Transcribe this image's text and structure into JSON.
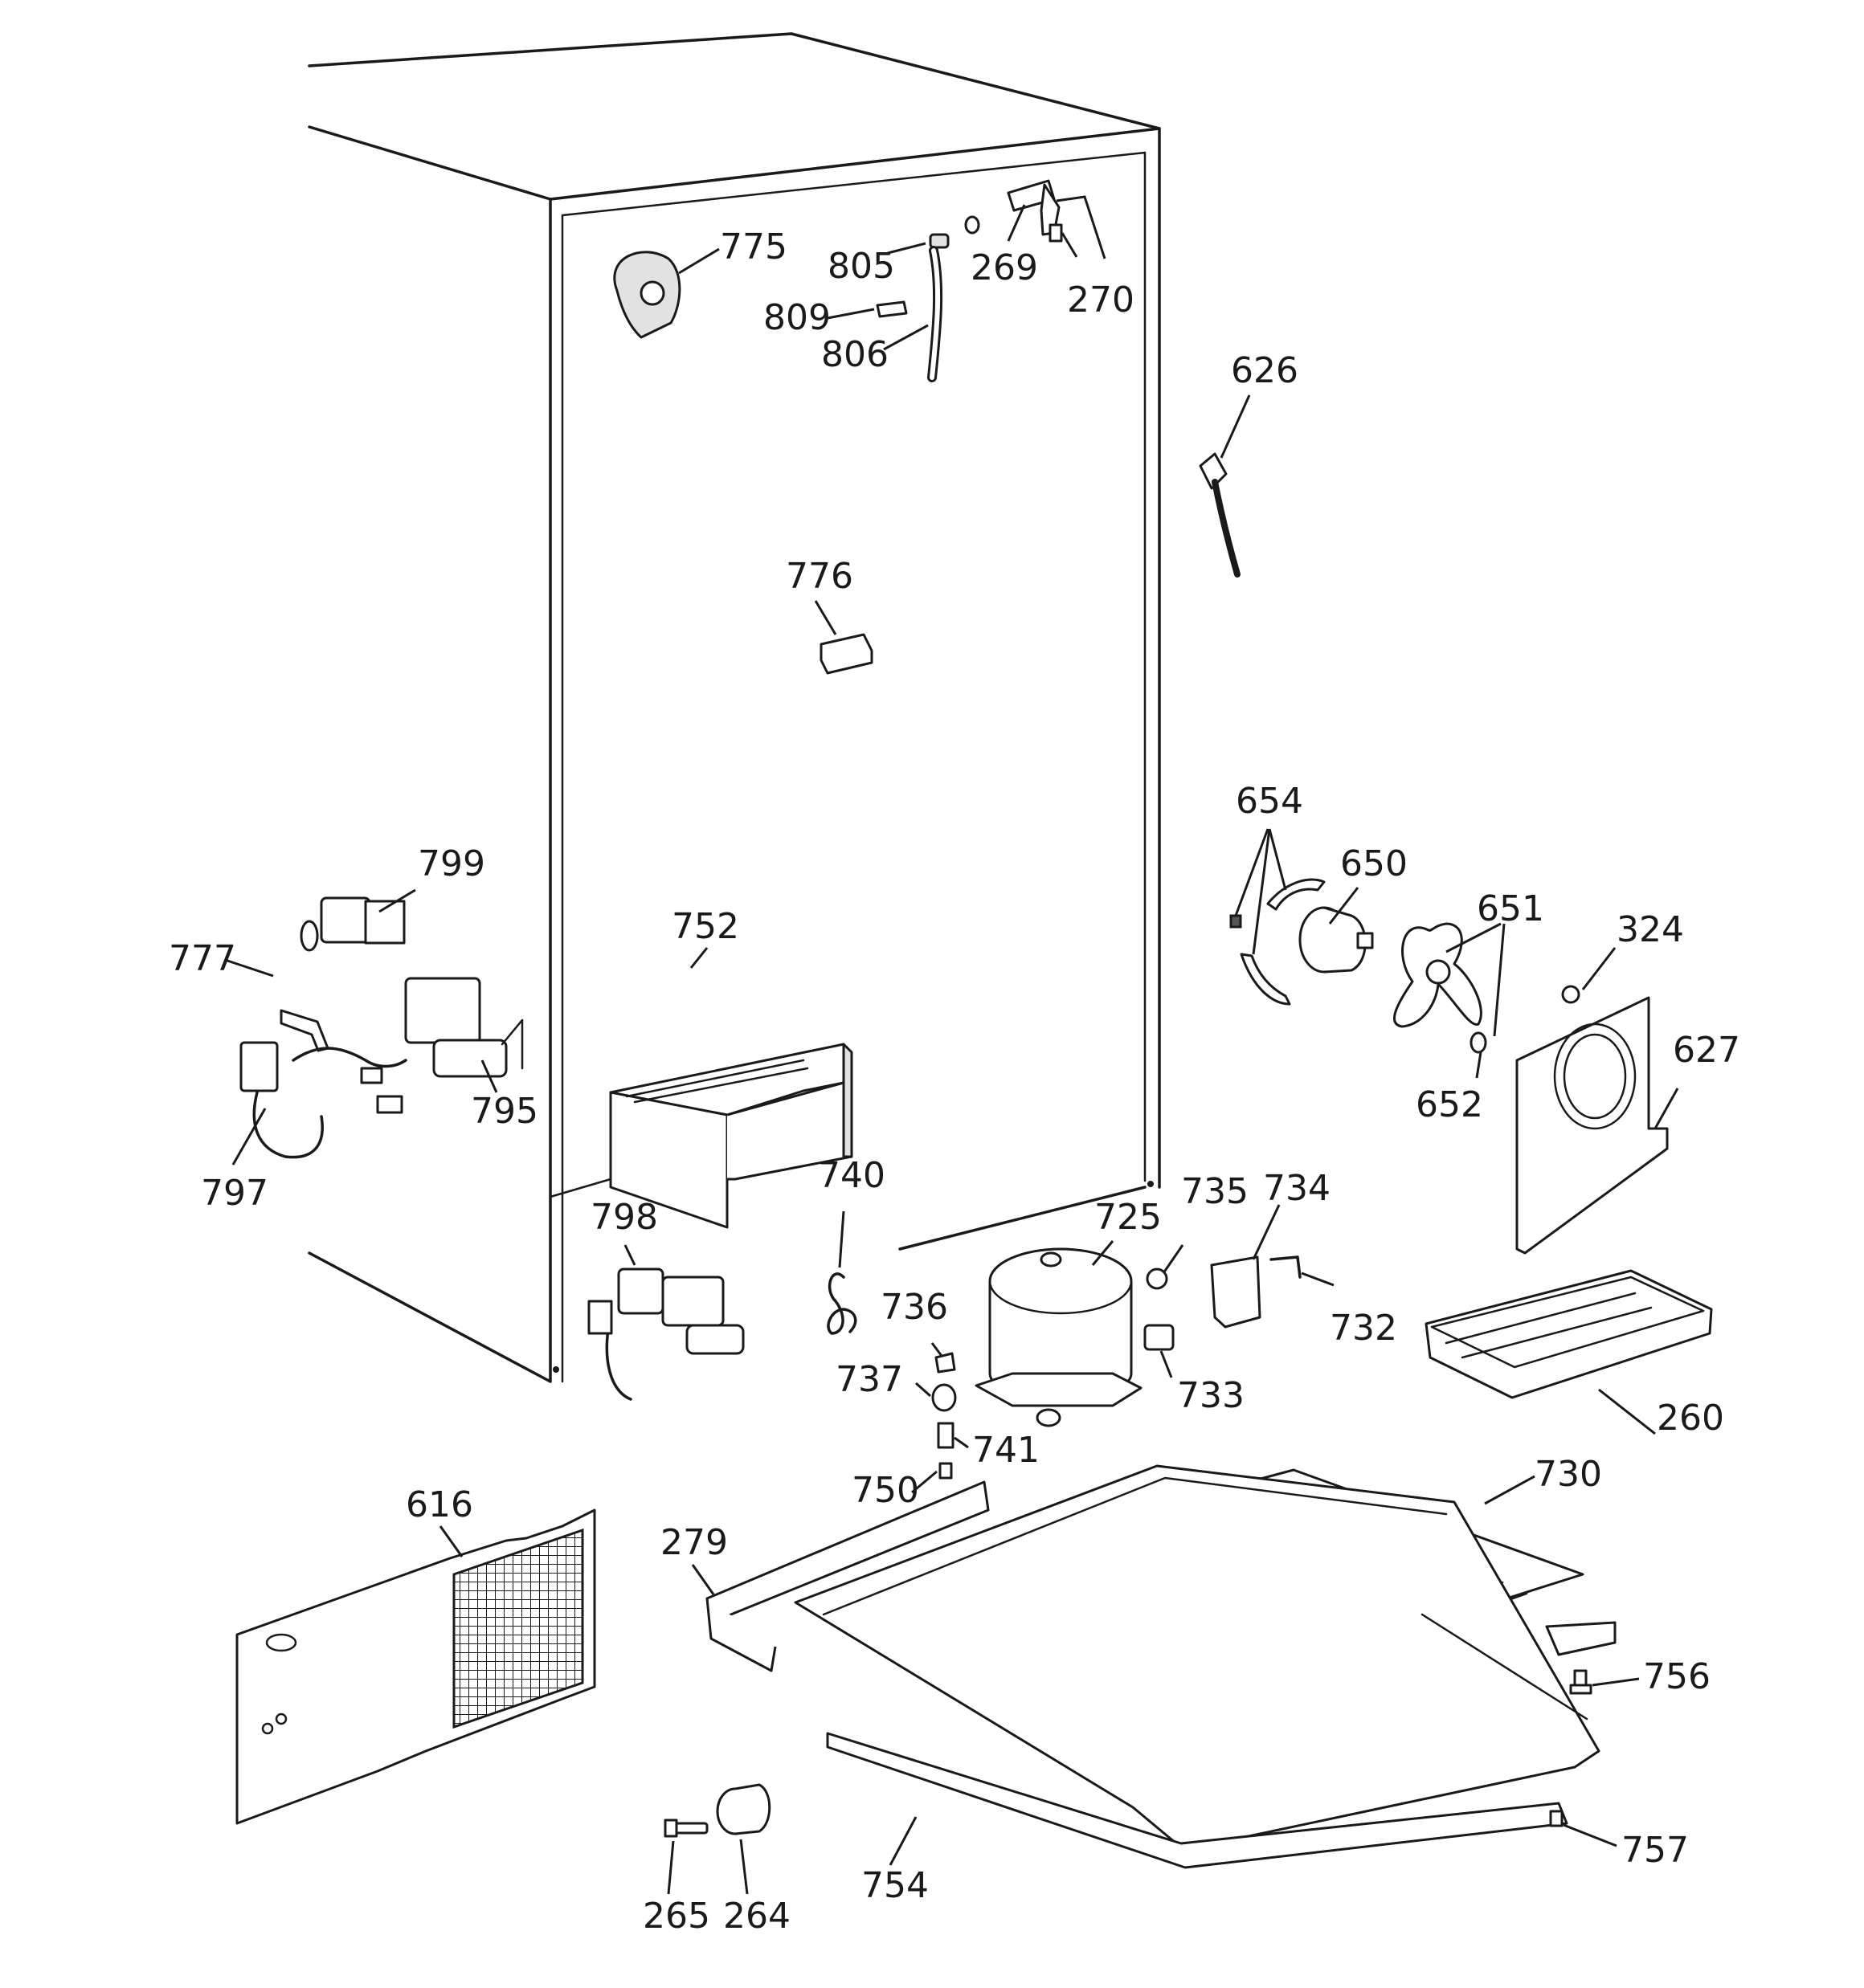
{
  "callouts": [
    {
      "id": "c775",
      "text": "775"
    },
    {
      "id": "c805",
      "text": "805"
    },
    {
      "id": "c269",
      "text": "269"
    },
    {
      "id": "c270",
      "text": "270"
    },
    {
      "id": "c809",
      "text": "809"
    },
    {
      "id": "c806",
      "text": "806"
    },
    {
      "id": "c626",
      "text": "626"
    },
    {
      "id": "c776",
      "text": "776"
    },
    {
      "id": "c654",
      "text": "654"
    },
    {
      "id": "c650",
      "text": "650"
    },
    {
      "id": "c651",
      "text": "651"
    },
    {
      "id": "c324",
      "text": "324"
    },
    {
      "id": "c627",
      "text": "627"
    },
    {
      "id": "c652",
      "text": "652"
    },
    {
      "id": "c799",
      "text": "799"
    },
    {
      "id": "c777",
      "text": "777"
    },
    {
      "id": "c752",
      "text": "752"
    },
    {
      "id": "c795",
      "text": "795"
    },
    {
      "id": "c797",
      "text": "797"
    },
    {
      "id": "c740",
      "text": "740"
    },
    {
      "id": "c798",
      "text": "798"
    },
    {
      "id": "c725",
      "text": "725"
    },
    {
      "id": "c735",
      "text": "735"
    },
    {
      "id": "c734",
      "text": "734"
    },
    {
      "id": "c732",
      "text": "732"
    },
    {
      "id": "c736",
      "text": "736"
    },
    {
      "id": "c737",
      "text": "737"
    },
    {
      "id": "c733",
      "text": "733"
    },
    {
      "id": "c741",
      "text": "741"
    },
    {
      "id": "c260",
      "text": "260"
    },
    {
      "id": "c750",
      "text": "750"
    },
    {
      "id": "c730",
      "text": "730"
    },
    {
      "id": "c616",
      "text": "616"
    },
    {
      "id": "c279",
      "text": "279"
    },
    {
      "id": "c756",
      "text": "756"
    },
    {
      "id": "c757",
      "text": "757"
    },
    {
      "id": "c754",
      "text": "754"
    },
    {
      "id": "c265",
      "text": "265"
    },
    {
      "id": "c264",
      "text": "264"
    }
  ]
}
